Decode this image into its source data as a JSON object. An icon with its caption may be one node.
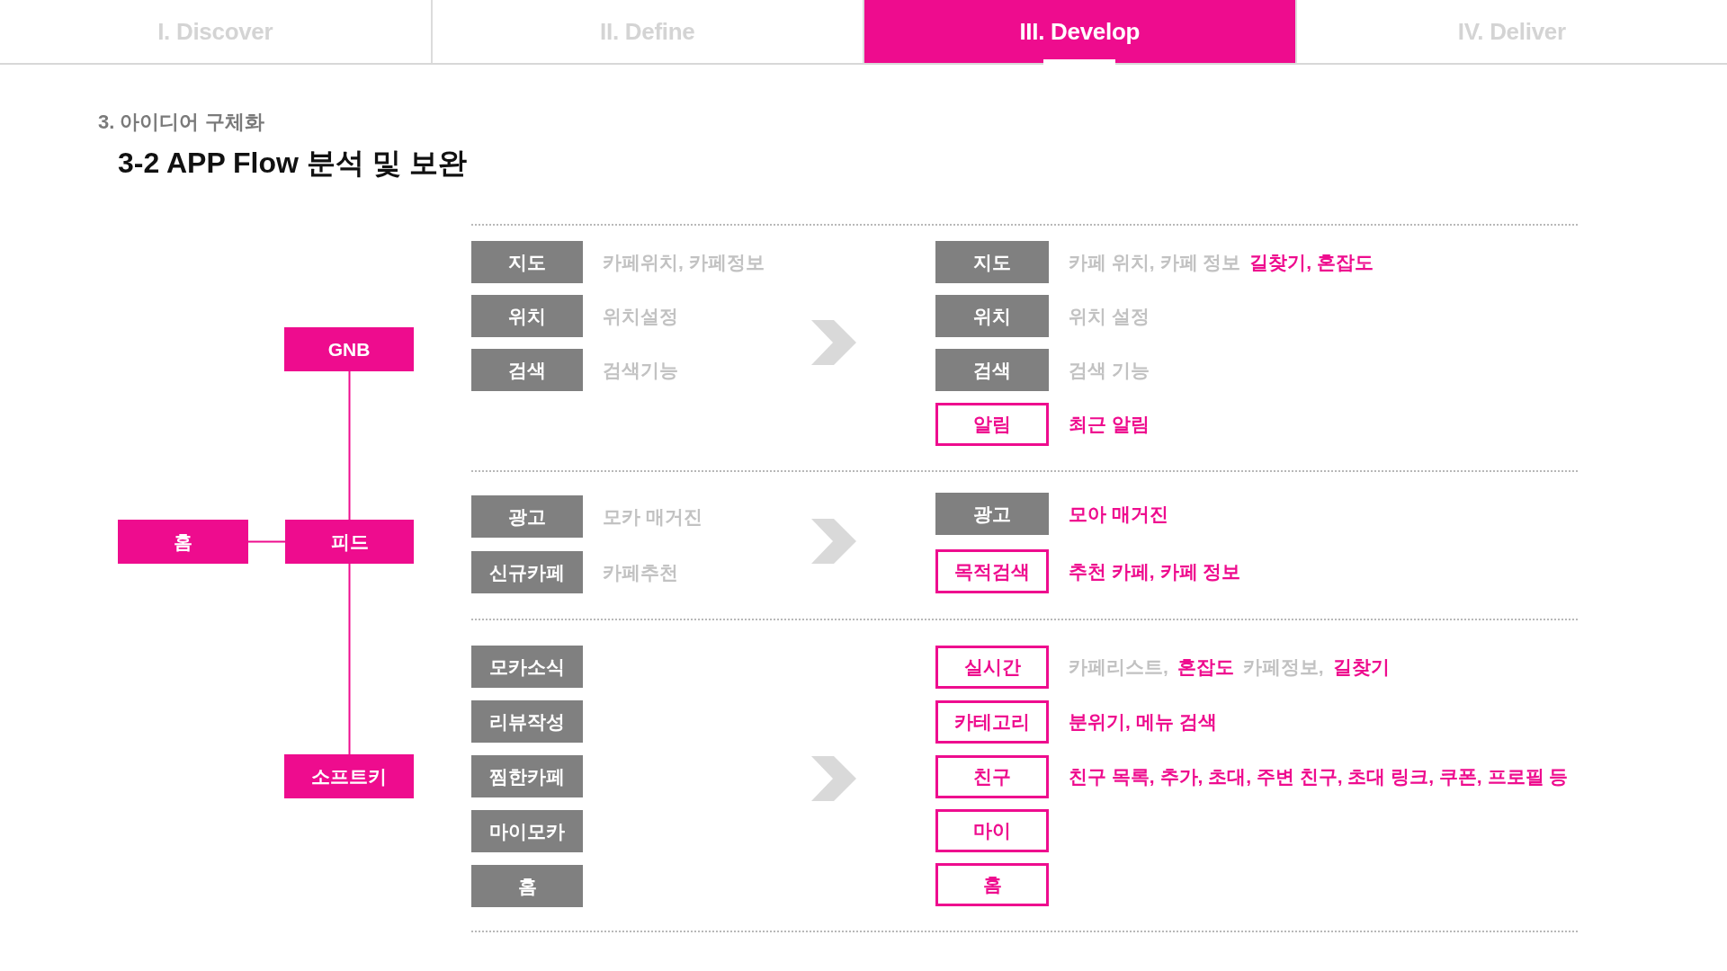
{
  "diagram": {
    "title": "3-2 APP Flow 분석 및 보완",
    "labels": [
      "I. Discover",
      "II. Define",
      "III. Develop",
      "IV. Deliver",
      "3. 아이디어 구체화"
    ],
    "nodes": [
      {
        "text": [
          "GNB"
        ]
      },
      {
        "text": [
          "홈"
        ]
      },
      {
        "text": [
          "피드"
        ]
      },
      {
        "text": [
          "소프트키"
        ]
      },
      {
        "text": [
          "지도"
        ],
        "beside": [
          "카페위치, 카페정보"
        ]
      },
      {
        "text": [
          "위치"
        ],
        "beside": [
          "위치설정"
        ]
      },
      {
        "text": [
          "검색"
        ],
        "beside": [
          "검색기능"
        ]
      },
      {
        "text": [
          "지도"
        ],
        "beside": [
          "카페 위치, 카페 정보",
          "길찾기, 혼잡도"
        ]
      },
      {
        "text": [
          "위치"
        ],
        "beside": [
          "위치 설정"
        ]
      },
      {
        "text": [
          "검색"
        ],
        "beside": [
          "검색 기능"
        ]
      },
      {
        "text": [
          "알림"
        ],
        "beside": [
          "최근 알림"
        ]
      },
      {
        "text": [
          "광고"
        ],
        "beside": [
          "모카 매거진"
        ]
      },
      {
        "text": [
          "신규카페"
        ],
        "beside": [
          "카페추천"
        ]
      },
      {
        "text": [
          "광고"
        ],
        "beside": [
          "모아 매거진"
        ]
      },
      {
        "text": [
          "목적검색"
        ],
        "beside": [
          "추천 카페, 카페 정보"
        ]
      },
      {
        "text": [
          "모카소식"
        ]
      },
      {
        "text": [
          "리뷰작성"
        ]
      },
      {
        "text": [
          "찜한카페"
        ]
      },
      {
        "text": [
          "마이모카"
        ]
      },
      {
        "text": [
          "홈"
        ]
      },
      {
        "text": [
          "실시간"
        ],
        "beside": [
          "카페리스트,",
          "혼잡도",
          "카페정보,",
          "길찾기"
        ]
      },
      {
        "text": [
          "카테고리"
        ],
        "beside": [
          "분위기, 메뉴 검색"
        ]
      },
      {
        "text": [
          "친구"
        ],
        "beside": [
          "친구 목록, 추가, 초대, 주변 친구, 초대 링크, 쿠폰, 프로필 등"
        ]
      },
      {
        "text": [
          "마이"
        ]
      },
      {
        "text": [
          "홈"
        ]
      }
    ],
    "edges": [
      {
        "from": 0,
        "to": 2,
        "arrow": "none"
      },
      {
        "from": 1,
        "to": 2,
        "arrow": "none"
      },
      {
        "from": 2,
        "to": 3,
        "arrow": "none"
      }
    ]
  }
}
